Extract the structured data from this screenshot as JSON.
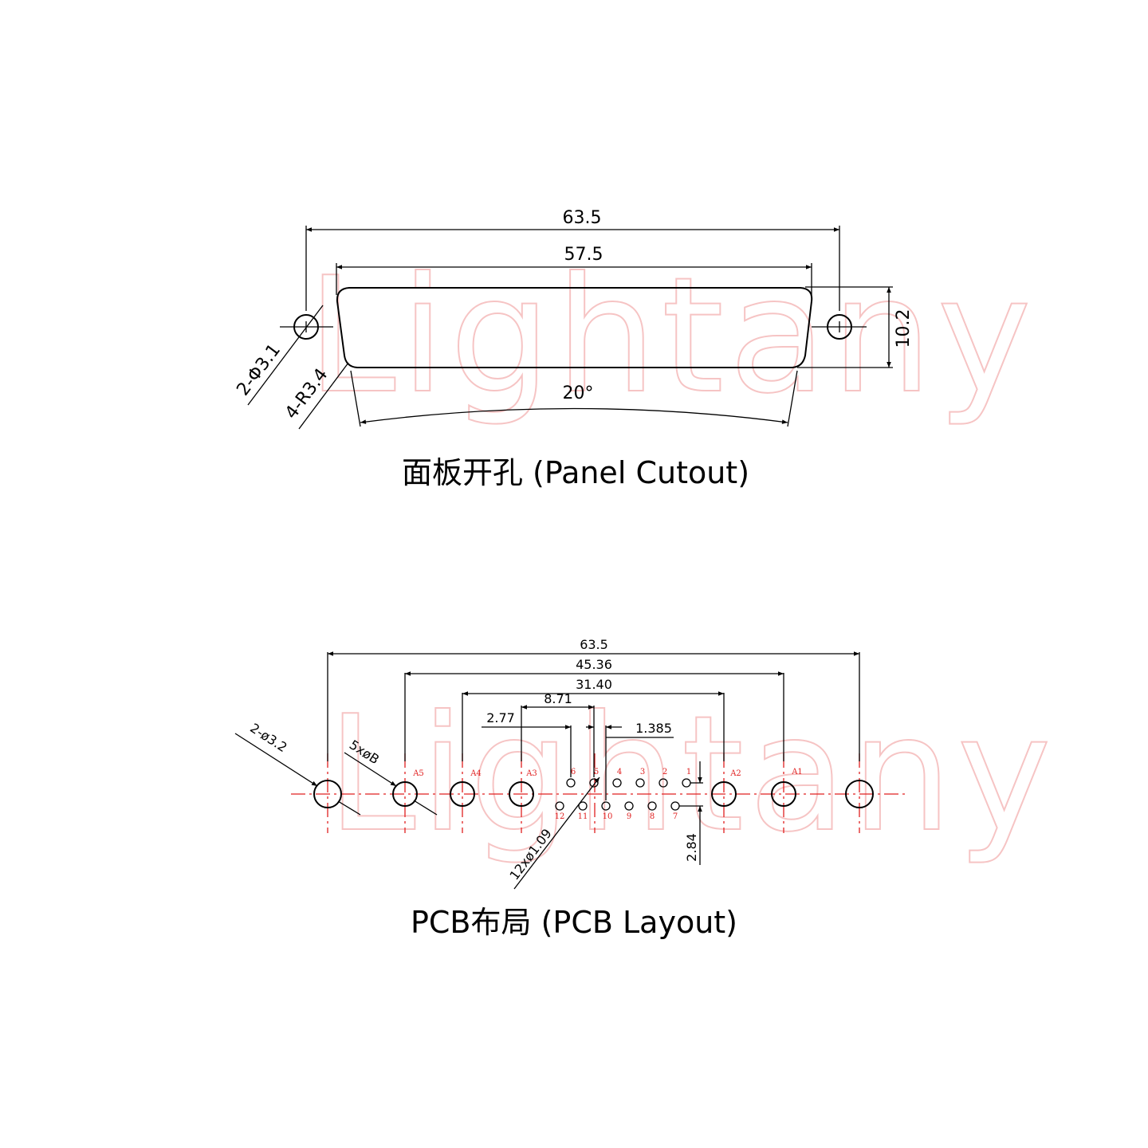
{
  "watermark": "Lightany",
  "panel_cutout": {
    "caption": "面板开孔 (Panel Cutout)",
    "dims": {
      "overall_width": "63.5",
      "cutout_width": "57.5",
      "height": "10.2",
      "angle": "20°",
      "mount_holes": "2-Φ3.1",
      "corner_radius": "4-R3.4"
    }
  },
  "pcb_layout": {
    "caption": "PCB布局 (PCB Layout)",
    "dims": {
      "overall": "63.5",
      "a_span": "45.36",
      "inner_span": "31.40",
      "pitch_a": "8.71",
      "offset_a": "2.77",
      "offset_b": "1.385",
      "row_spacing": "2.84",
      "mount_holes": "2-ø3.2",
      "coax_holes": "5xøB",
      "signal_holes": "12xø1.09"
    },
    "coax_labels": [
      "A5",
      "A4",
      "A3",
      "A2",
      "A1"
    ],
    "signal_top_labels": [
      "6",
      "5",
      "4",
      "3",
      "2",
      "1"
    ],
    "signal_bottom_labels": [
      "12",
      "11",
      "10",
      "9",
      "8",
      "7"
    ],
    "colors": {
      "centerline": "#e02020",
      "watermark": "#f6c4c4"
    }
  }
}
